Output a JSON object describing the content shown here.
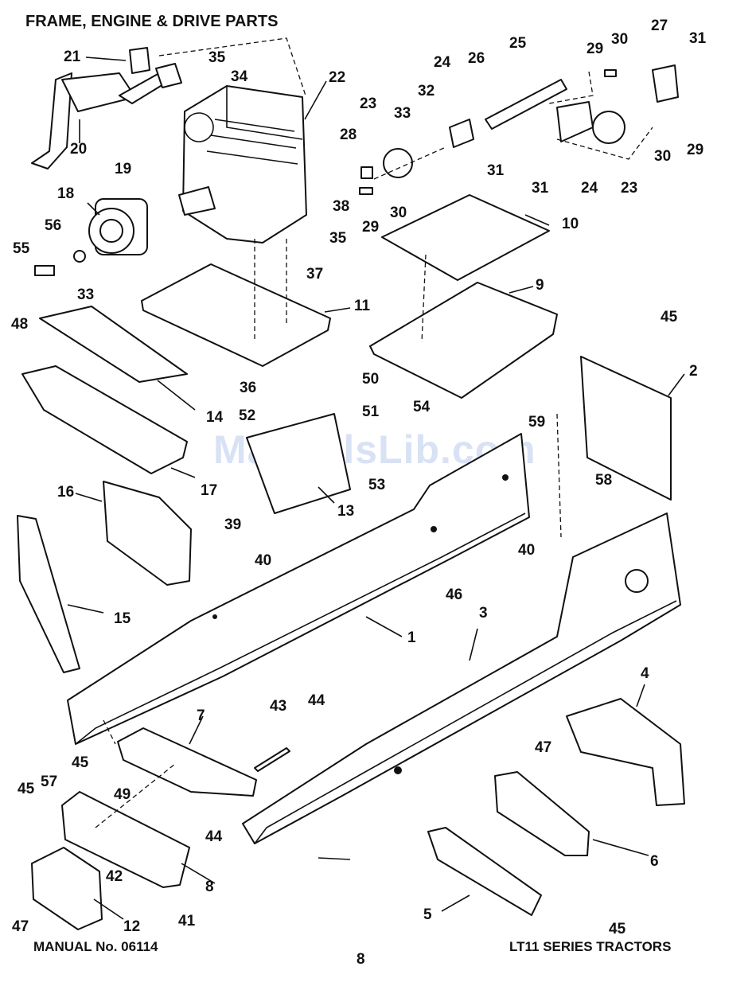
{
  "title": "FRAME, ENGINE & DRIVE PARTS",
  "footer": {
    "manual": "MANUAL No. 06114",
    "series": "LT11 SERIES TRACTORS",
    "page": "8"
  },
  "watermark": "ManualsLib.com",
  "callouts": [
    "21",
    "35",
    "34",
    "22",
    "20",
    "19",
    "18",
    "56",
    "55",
    "33",
    "48",
    "25",
    "24",
    "26",
    "32",
    "33",
    "23",
    "28",
    "29",
    "30",
    "31",
    "27",
    "29",
    "30",
    "31",
    "30",
    "29",
    "24",
    "23",
    "31",
    "10",
    "38",
    "35",
    "37",
    "11",
    "9",
    "45",
    "2",
    "14",
    "17",
    "36",
    "50",
    "51",
    "52",
    "54",
    "13",
    "53",
    "59",
    "58",
    "40",
    "46",
    "16",
    "15",
    "39",
    "40",
    "1",
    "3",
    "4",
    "43",
    "44",
    "7",
    "45",
    "47",
    "49",
    "44",
    "45",
    "57",
    "42",
    "8",
    "6",
    "47",
    "12",
    "41",
    "5",
    "45"
  ]
}
